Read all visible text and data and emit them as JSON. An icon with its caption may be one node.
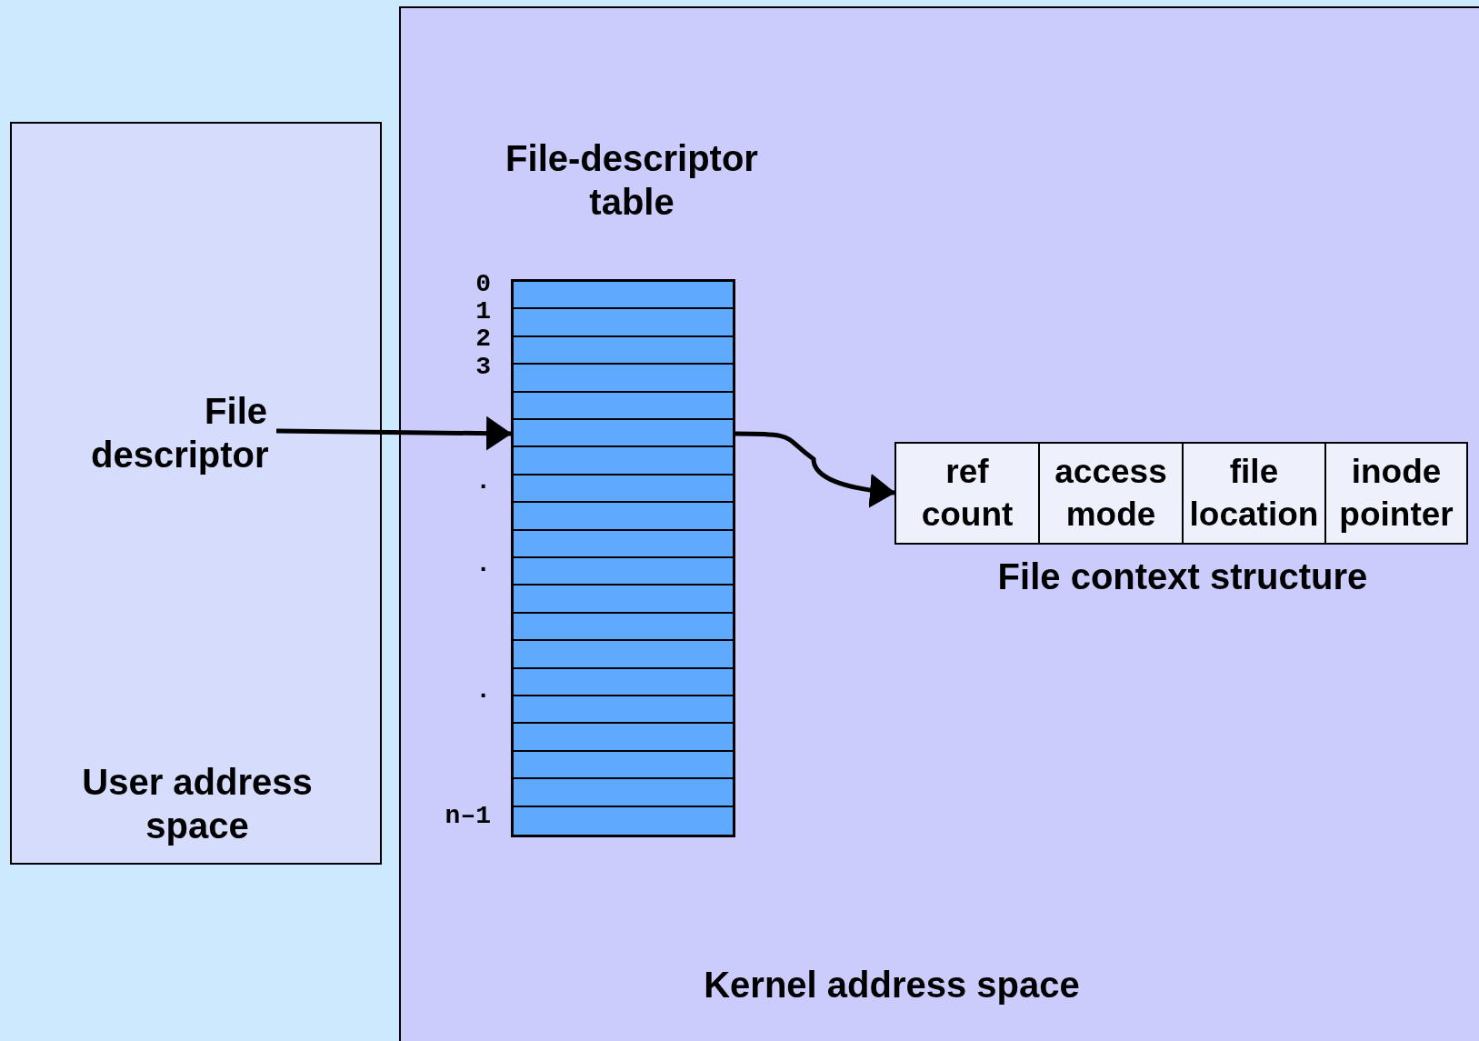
{
  "diagram": {
    "nodes": [
      {
        "text": [
          "User address space"
        ]
      },
      {
        "text": [
          "File descriptor"
        ],
        "in": 0
      },
      {
        "text": [
          "Kernel address space"
        ]
      },
      {
        "text": [
          "File-descriptor table"
        ],
        "in": 2
      },
      {
        "text": [
          "File context structure"
        ],
        "in": 2
      },
      {
        "text": [
          "ref count"
        ],
        "in": 4
      },
      {
        "text": [
          "access mode"
        ],
        "in": 4
      },
      {
        "text": [
          "file location"
        ],
        "in": 4
      },
      {
        "text": [
          "inode pointer"
        ],
        "in": 4
      }
    ],
    "edges": [
      {
        "from": 1,
        "to": 3,
        "arrow": "to"
      },
      {
        "from": 3,
        "to": 4,
        "arrow": "to"
      }
    ],
    "labels": [
      "0",
      "1",
      "2",
      "3",
      ".",
      ".",
      ".",
      "n–1"
    ]
  }
}
